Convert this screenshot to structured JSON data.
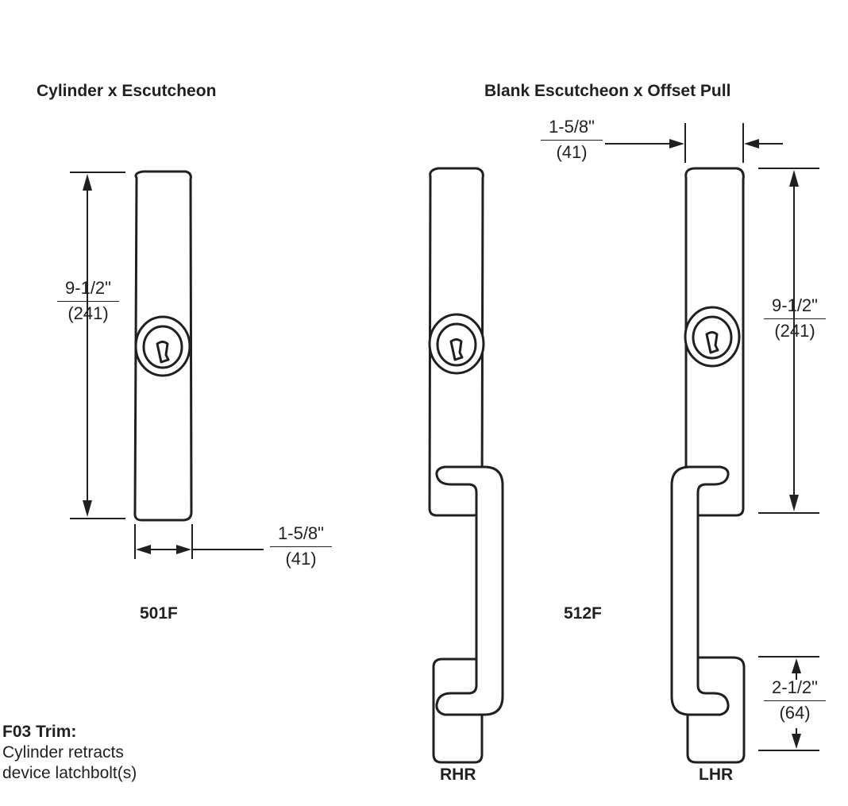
{
  "headings": {
    "left": "Cylinder x Escutcheon",
    "right": "Blank Escutcheon x Offset Pull"
  },
  "models": {
    "left": "501F",
    "right": "512F"
  },
  "handing": {
    "rhr": "RHR",
    "lhr": "LHR"
  },
  "dimensions": {
    "height_501f": {
      "inches": "9-1/2\"",
      "mm": "(241)"
    },
    "width_501f": {
      "inches": "1-5/8\"",
      "mm": "(41)"
    },
    "width_512f": {
      "inches": "1-5/8\"",
      "mm": "(41)"
    },
    "height_512f": {
      "inches": "9-1/2\"",
      "mm": "(241)"
    },
    "pull_offset": {
      "inches": "2-1/2\"",
      "mm": "(64)"
    }
  },
  "note": {
    "title": "F03 Trim:",
    "line1": "Cylinder retracts",
    "line2": "device latchbolt(s)"
  },
  "colors": {
    "ink": "#231f20",
    "background": "#ffffff"
  }
}
